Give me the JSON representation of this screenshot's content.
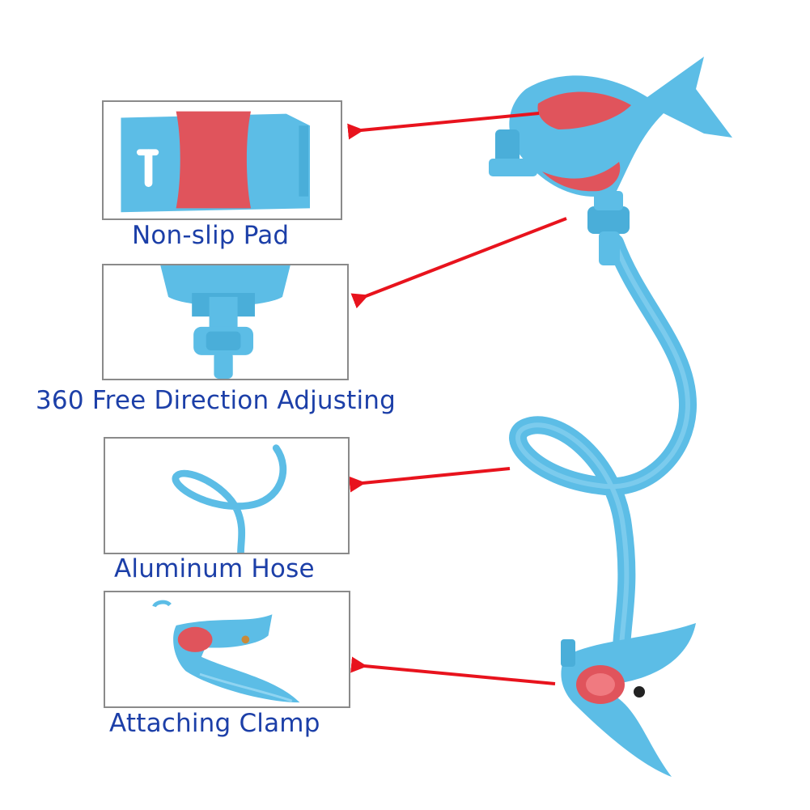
{
  "features": [
    {
      "id": "non-slip-pad",
      "label": "Non-slip Pad"
    },
    {
      "id": "direction-adjusting",
      "label": "360 Free Direction Adjusting"
    },
    {
      "id": "aluminum-hose",
      "label": "Aluminum Hose"
    },
    {
      "id": "attaching-clamp",
      "label": "Attaching Clamp"
    }
  ],
  "colors": {
    "product_blue": "#5cbde6",
    "pad_red": "#e0545c",
    "caption_text": "#1c3fa8",
    "arrow_red": "#e8131d",
    "frame_gray": "#8a8a8a"
  }
}
